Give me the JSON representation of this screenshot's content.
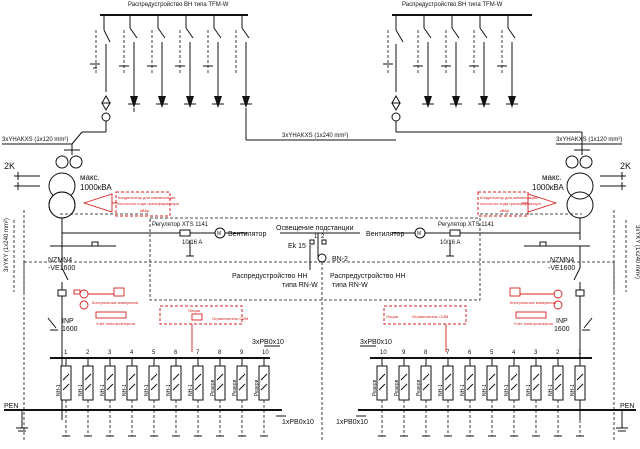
{
  "hv": {
    "left_title": "Распредустройство ВН типа TFM-W",
    "right_title": "Распредустройство ВН типа TFM-W"
  },
  "cables": {
    "hv_left": "3xYHAKXS (1x120 mm²)",
    "hv_mid": "3xYHAKXS (1x240 mm²)",
    "hv_right": "3xYHAKXS (1x120 mm²)",
    "lv_left": "3xYKY (1x240 mm²)",
    "lv_right": "3xYKY (1x240 mm²)"
  },
  "transformer": {
    "left_max": "макс.",
    "left_rating": "1000кВА",
    "right_max": "макс.",
    "right_rating": "1000кВА",
    "left_tag": "2K",
    "right_tag": "2K"
  },
  "capacitor": {
    "left_line1": "Конденсатор для компенсации",
    "left_line2": "холостого хода трансформатора",
    "left_line3": "кВАр",
    "right_line1": "Конденсатор для компенсации",
    "right_line2": "холостого хода трансформатора",
    "right_line3": "кВАр"
  },
  "aux": {
    "left_regulator": "Регулятор XTS 1141",
    "right_regulator": "Регулятор XTS 1141",
    "left_fuse": "10/16 A",
    "right_fuse": "10/16 A",
    "left_fan": "Вентилятор",
    "right_fan": "Вентилятор",
    "lighting": "Освещение подстанции",
    "ek": "Ek 15",
    "bn": "BN-2"
  },
  "lv": {
    "left_title1": "Распредустройство НН",
    "left_title2": "типа RN-W",
    "right_title1": "Распредустройство НН",
    "right_title2": "типа RN-W",
    "left_breaker1": "NZMN4",
    "left_breaker2": "-VE1600",
    "right_breaker1": "NZMN4",
    "right_breaker2": "-VE1600",
    "left_inp1": "INP",
    "left_inp2": "1600",
    "right_inp1": "INP",
    "right_inp2": "1600",
    "left_meter_ctrl": "Контрольные измерения",
    "left_meter_acct": "Учёт электроэнергии",
    "right_meter_ctrl": "Контрольные измерения",
    "right_meter_acct": "Учёт электроэнергии",
    "left_busbar": "3xPB0x10",
    "right_busbar": "3xPB0x10",
    "left_pen_bar": "1xPB0x10",
    "right_pen_bar": "1xPB0x10",
    "left_pen": "PEN",
    "right_pen": "PEN",
    "left_opt1": "Опция",
    "left_opt2": "Ограничитель СИМ",
    "right_opt1": "Опция",
    "right_opt2": "Ограничитель СИМ",
    "feeder_code": "NH-1",
    "reserve": "Резерв"
  },
  "left_feeders": [
    "1",
    "2",
    "3",
    "4",
    "5",
    "6",
    "7",
    "8",
    "9",
    "10"
  ],
  "right_feeders": [
    "10",
    "9",
    "8",
    "7",
    "6",
    "5",
    "4",
    "3",
    "2",
    "1"
  ]
}
